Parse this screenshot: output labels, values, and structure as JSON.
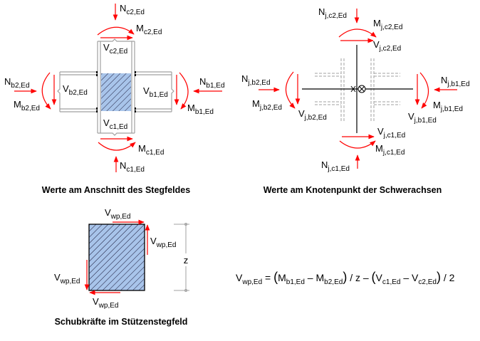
{
  "colors": {
    "force": "#ff0000",
    "structure": "#a0a0a0",
    "panel_fill": "#a8c4ea",
    "axis": "#000000"
  },
  "diagram_section": {
    "caption": "Werte am Anschnitt des Stegfeldes",
    "labels": {
      "N_c2": {
        "main": "N",
        "sub": "c2,Ed"
      },
      "M_c2": {
        "main": "M",
        "sub": "c2,Ed"
      },
      "V_c2": {
        "main": "V",
        "sub": "c2,Ed"
      },
      "N_b2": {
        "main": "N",
        "sub": "b2,Ed"
      },
      "M_b2": {
        "main": "M",
        "sub": "b2,Ed"
      },
      "V_b2": {
        "main": "V",
        "sub": "b2,Ed"
      },
      "N_b1": {
        "main": "N",
        "sub": "b1,Ed"
      },
      "M_b1": {
        "main": "M",
        "sub": "b1,Ed"
      },
      "V_b1": {
        "main": "V",
        "sub": "b1,Ed"
      },
      "V_c1": {
        "main": "V",
        "sub": "c1,Ed"
      },
      "M_c1": {
        "main": "M",
        "sub": "c1,Ed"
      },
      "N_c1": {
        "main": "N",
        "sub": "c1,Ed"
      }
    }
  },
  "diagram_node": {
    "caption": "Werte am Knotenpunkt der Schwerachsen",
    "labels": {
      "N_c2": {
        "main": "N",
        "sub": "j,c2,Ed"
      },
      "M_c2": {
        "main": "M",
        "sub": "j,c2,Ed"
      },
      "V_c2": {
        "main": "V",
        "sub": "j,c2,Ed"
      },
      "N_b2": {
        "main": "N",
        "sub": "j,b2,Ed"
      },
      "M_b2": {
        "main": "M",
        "sub": "j,b2,Ed"
      },
      "V_b2": {
        "main": "V",
        "sub": "j,b2,Ed"
      },
      "N_b1": {
        "main": "N",
        "sub": "j,b1,Ed"
      },
      "M_b1": {
        "main": "M",
        "sub": "j,b1,Ed"
      },
      "V_b1": {
        "main": "V",
        "sub": "j,b1,Ed"
      },
      "V_c1": {
        "main": "V",
        "sub": "j,c1,Ed"
      },
      "M_c1": {
        "main": "M",
        "sub": "j,c1,Ed"
      },
      "N_c1": {
        "main": "N",
        "sub": "j,c1,Ed"
      }
    }
  },
  "diagram_shear": {
    "caption": "Schubkräfte im Stützenstegfeld",
    "force_label": {
      "main": "V",
      "sub": "wp,Ed"
    },
    "dimension_label": "z"
  },
  "formula": {
    "lhs": {
      "main": "V",
      "sub": "wp,Ed"
    },
    "eq": " = ",
    "open1": "(",
    "t1": {
      "main": "M",
      "sub": "b1,Ed"
    },
    "minus1": " – ",
    "t2": {
      "main": "M",
      "sub": "b2,Ed"
    },
    "close1": ")",
    "divz": " / z – ",
    "open2": "(",
    "t3": {
      "main": "V",
      "sub": "c1,Ed"
    },
    "minus2": " – ",
    "t4": {
      "main": "V",
      "sub": "c2,Ed"
    },
    "close2": ")",
    "div2": " / 2"
  }
}
